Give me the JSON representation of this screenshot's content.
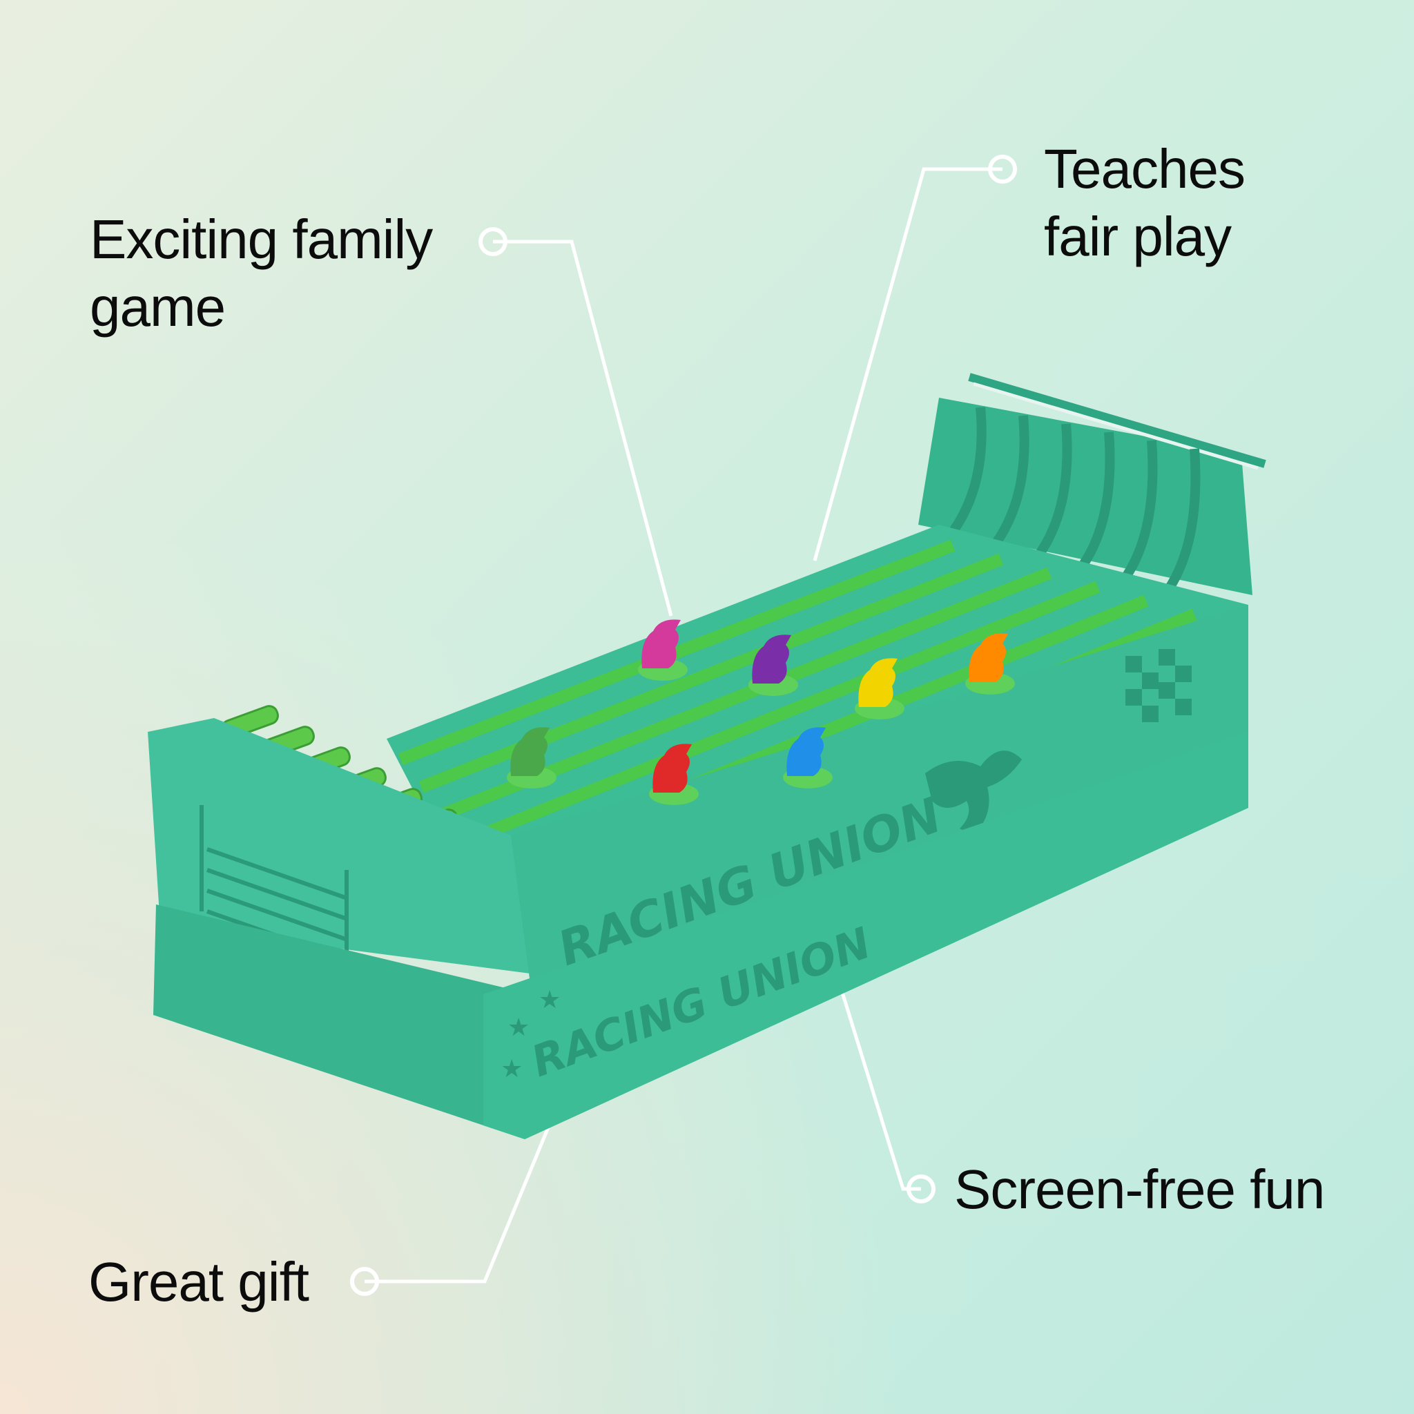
{
  "callouts": {
    "family": "Exciting family\ngame",
    "fair_play": "Teaches\nfair play",
    "screen_free": "Screen-free fun",
    "gift": "Great gift"
  },
  "product": {
    "brand_text": "RACING UNION"
  },
  "colors": {
    "teal_body": "#3fbf9a",
    "teal_dark": "#2ea583",
    "track_green": "#3fc24a",
    "callout_line": "#ffffff",
    "text": "#0c0c0c"
  },
  "pieces": [
    {
      "name": "pink-horse-piece",
      "color": "#d43a9c"
    },
    {
      "name": "purple-horse-piece",
      "color": "#7a2fa8"
    },
    {
      "name": "yellow-horse-piece",
      "color": "#f2d400"
    },
    {
      "name": "orange-horse-piece",
      "color": "#ff8a00"
    },
    {
      "name": "green-horse-piece",
      "color": "#4aa84a"
    },
    {
      "name": "red-horse-piece",
      "color": "#e02a2a"
    },
    {
      "name": "blue-horse-piece",
      "color": "#1f8fe8"
    }
  ]
}
